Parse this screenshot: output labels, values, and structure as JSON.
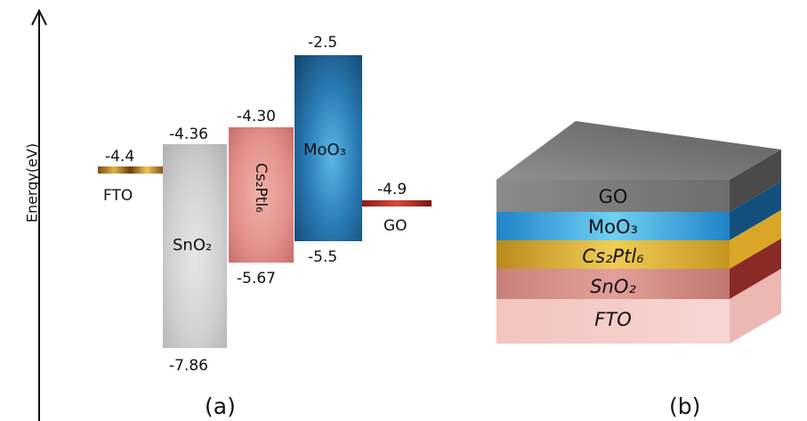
{
  "axis": {
    "label": "Energy(eV)"
  },
  "panel_a": {
    "label": "(a)",
    "fto": {
      "name": "FTO",
      "level": "-4.4"
    },
    "sno2": {
      "name": "SnO₂",
      "top": "-4.36",
      "bottom": "-7.86"
    },
    "cs2ptl6": {
      "name": "Cs₂Ptl₆",
      "top": "-4.30",
      "bottom": "-5.67"
    },
    "moo3": {
      "name": "MoO₃",
      "top": "-2.5",
      "bottom": "-5.5"
    },
    "go": {
      "name": "GO",
      "level": "-4.9"
    }
  },
  "panel_b": {
    "label": "(b)",
    "layers": [
      "GO",
      "MoO₃",
      "Cs₂Ptl₆",
      "SnO₂",
      "FTO"
    ]
  }
}
